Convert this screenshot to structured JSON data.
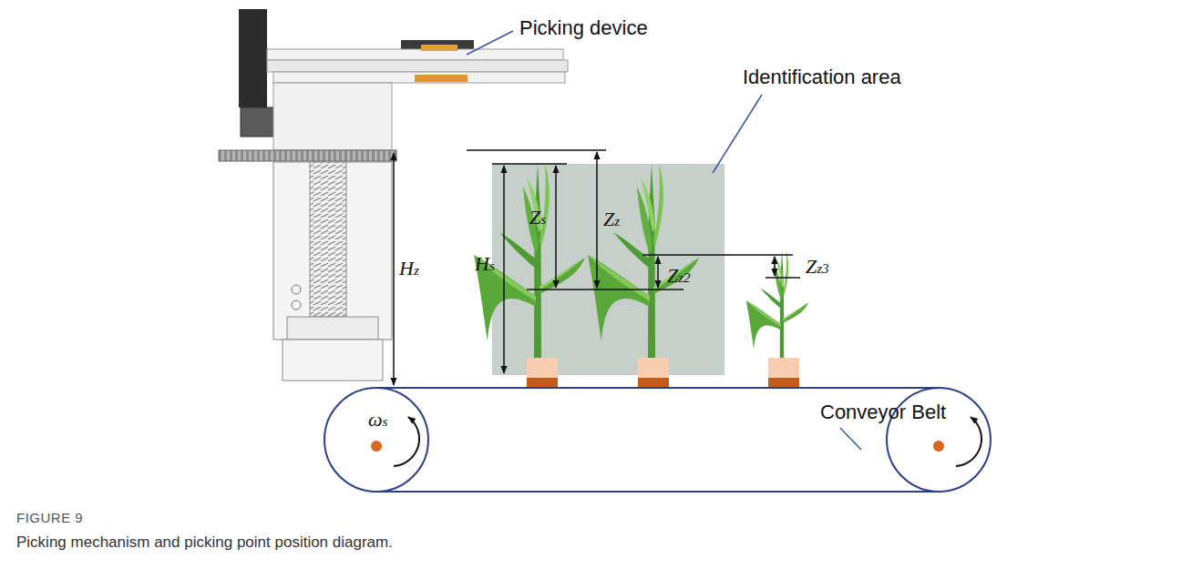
{
  "diagram": {
    "title": "FIGURE 9",
    "caption": "Picking mechanism and picking point position diagram.",
    "labels": [
      "Picking device",
      "Identification area",
      "Conveyor Belt",
      "Hz",
      "Hs",
      "Zs",
      "Zz",
      "Zz2",
      "Zz3",
      "ωs"
    ]
  }
}
